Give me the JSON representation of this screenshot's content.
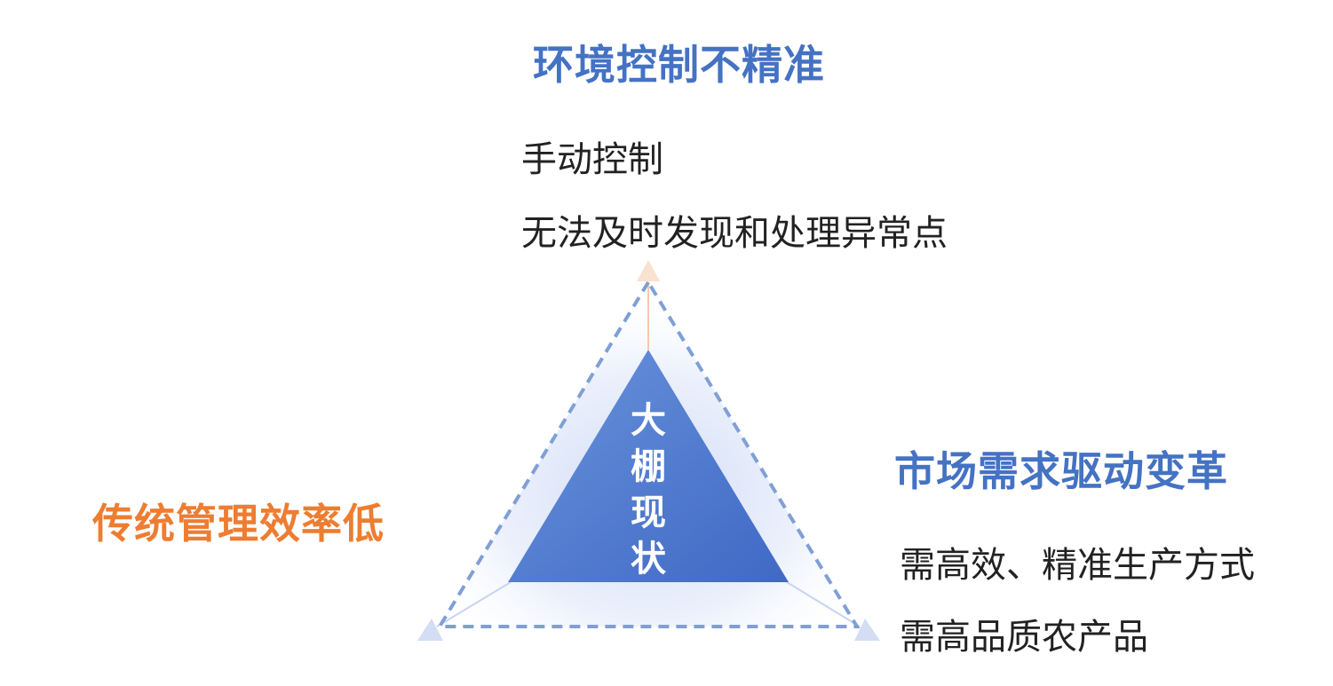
{
  "colors": {
    "blue_heading": "#4472c4",
    "orange_heading": "#ed7d31",
    "triangle_fill": "#4f7bd0",
    "dashed_outline": "#7f9fd6"
  },
  "top": {
    "title": "环境控制不精准",
    "items": [
      "手动控制",
      "无法及时发现和处理异常点"
    ]
  },
  "left": {
    "title": "传统管理效率低"
  },
  "right": {
    "title": "市场需求驱动变革",
    "items": [
      "需高效、精准生产方式",
      "需高品质农产品"
    ]
  },
  "center": {
    "chars": [
      "大",
      "棚",
      "现",
      "状"
    ]
  }
}
